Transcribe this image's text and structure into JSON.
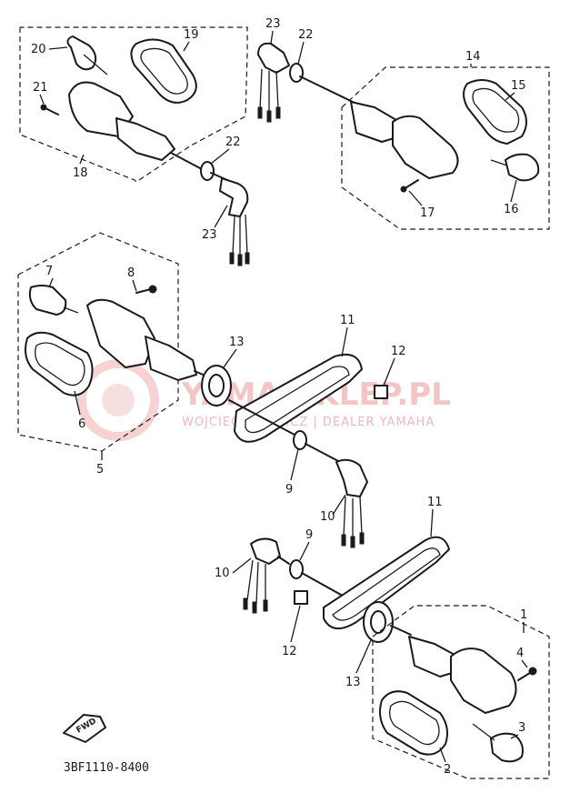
{
  "diagram": {
    "part_code": "3BF1110-8400",
    "fwd_label": "FWD",
    "watermark": {
      "site": "YAMA-SKLEP.PL",
      "dealer": "WOJCIECH ... WICZ | DEALER YAMAHA"
    },
    "callouts": [
      "1",
      "2",
      "3",
      "4",
      "5",
      "6",
      "7",
      "8",
      "9",
      "9",
      "10",
      "10",
      "11",
      "11",
      "12",
      "12",
      "13",
      "13",
      "14",
      "15",
      "16",
      "17",
      "18",
      "19",
      "20",
      "21",
      "22",
      "22",
      "23",
      "23"
    ]
  }
}
